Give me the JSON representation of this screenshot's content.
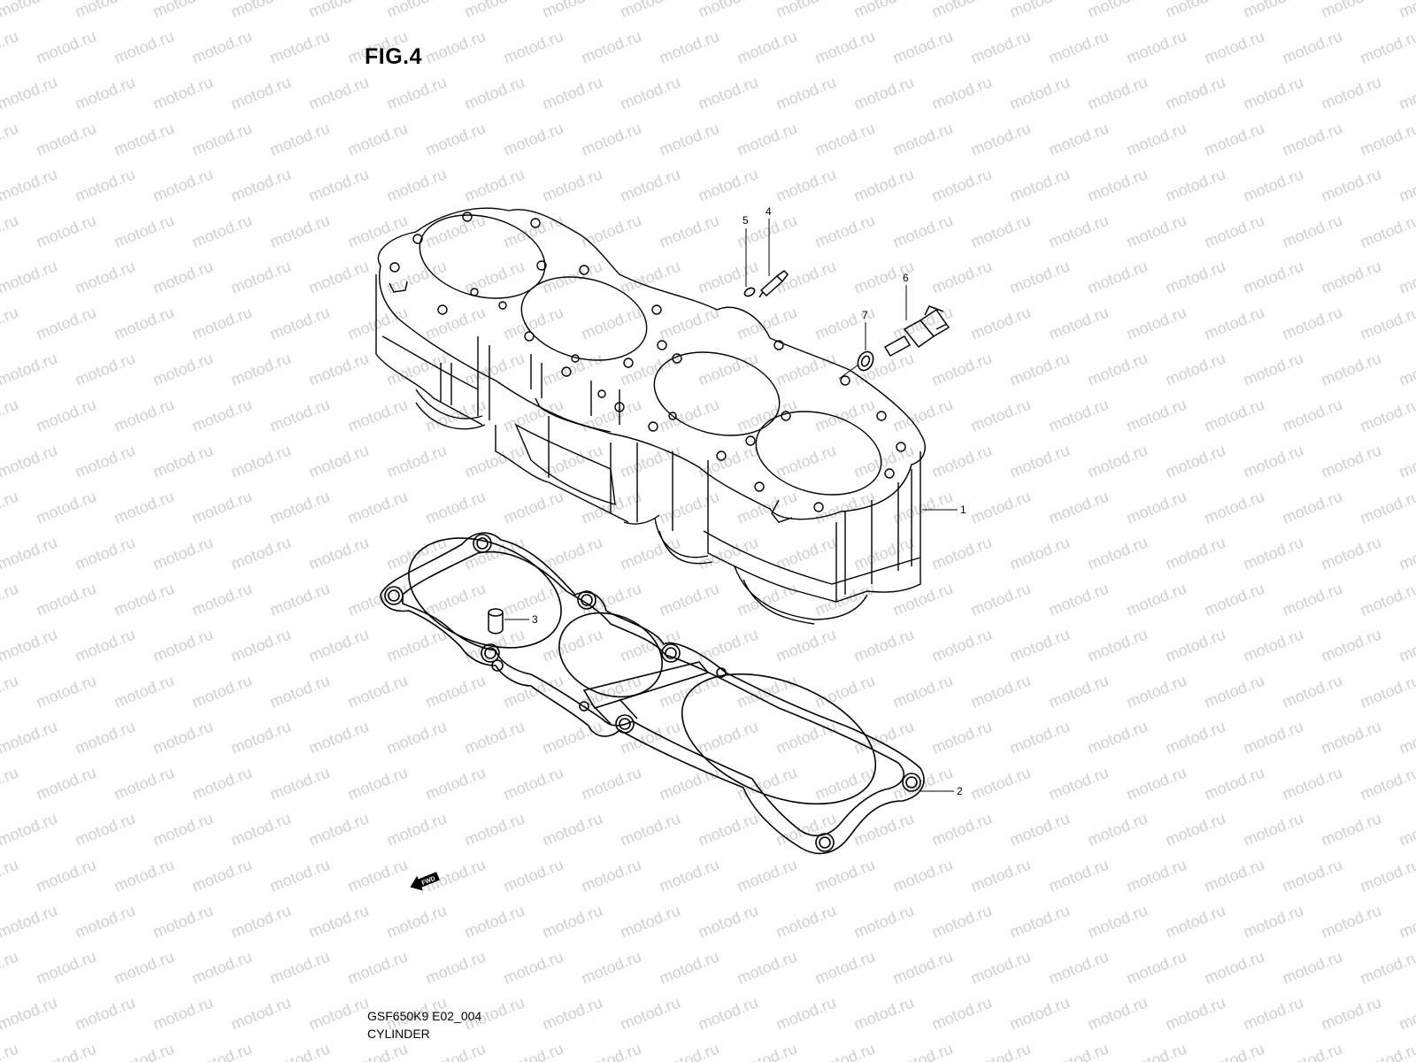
{
  "figure": {
    "title": "FIG.4"
  },
  "watermark": {
    "text": "motod.ru",
    "color": "#cfcfcf"
  },
  "parts": [
    {
      "number": "1",
      "name": "cylinder"
    },
    {
      "number": "2",
      "name": "cylinder-gasket"
    },
    {
      "number": "3",
      "name": "dowel-pin"
    },
    {
      "number": "4",
      "name": "nipple"
    },
    {
      "number": "5",
      "name": "o-ring"
    },
    {
      "number": "6",
      "name": "temperature-sensor"
    },
    {
      "number": "7",
      "name": "washer"
    }
  ],
  "direction_arrow": {
    "label": "FWD",
    "icon": "fwd-arrow-icon"
  },
  "footer": {
    "code": "GSF650K9 E02_004",
    "name": "CYLINDER"
  }
}
